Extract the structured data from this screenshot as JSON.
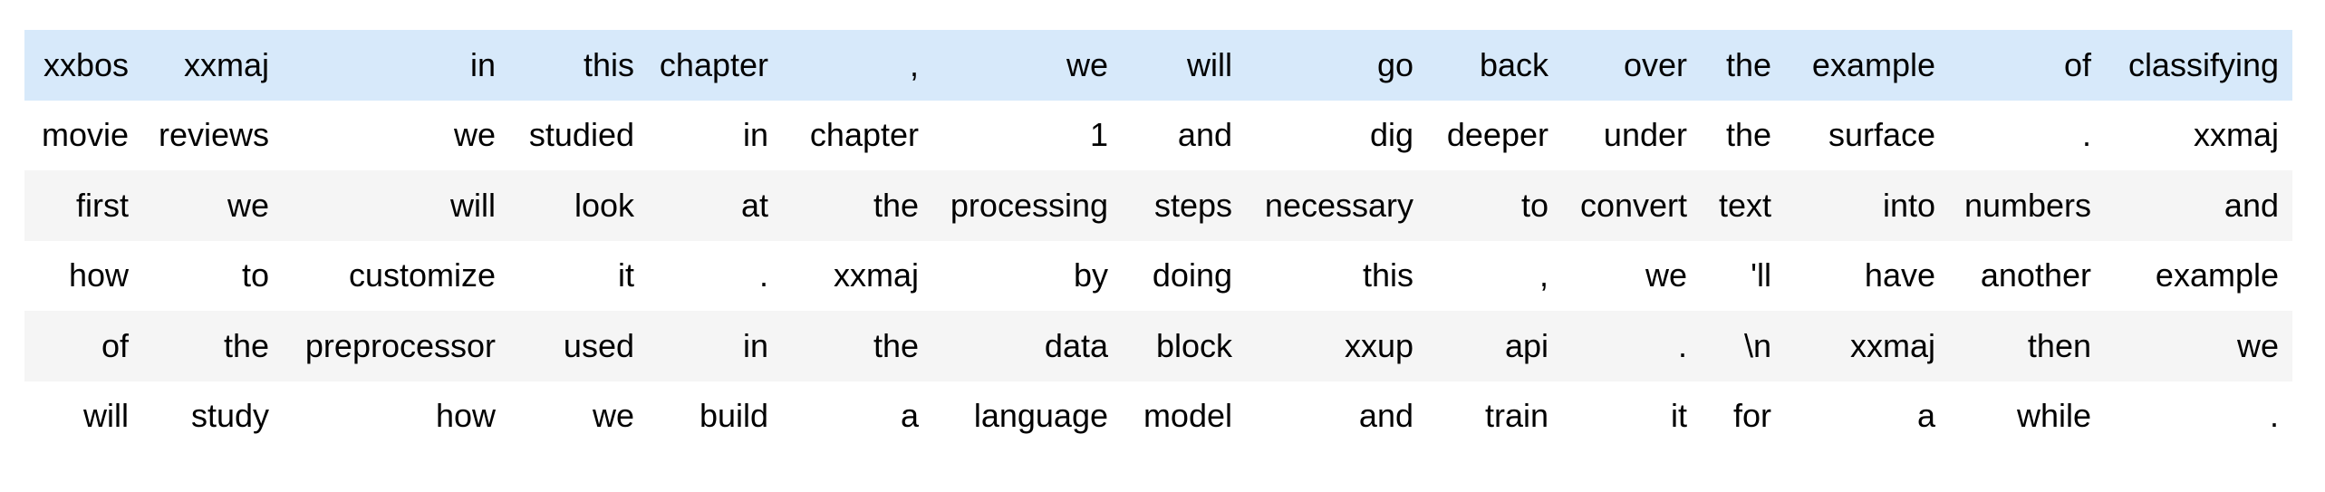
{
  "colors": {
    "page_bg": "#ffffff",
    "text": "#000000",
    "highlight_row_bg": "#d7e9fa",
    "stripe_row_bg": "#f5f5f5",
    "plain_row_bg": "#ffffff"
  },
  "table": {
    "rows": [
      {
        "variant": "highlight",
        "cells": [
          "xxbos",
          "xxmaj",
          "in",
          "this",
          "chapter",
          ",",
          "we",
          "will",
          "go",
          "back",
          "over",
          "the",
          "example",
          "of",
          "classifying"
        ]
      },
      {
        "variant": "plain",
        "cells": [
          "movie",
          "reviews",
          "we",
          "studied",
          "in",
          "chapter",
          "1",
          "and",
          "dig",
          "deeper",
          "under",
          "the",
          "surface",
          ".",
          "xxmaj"
        ]
      },
      {
        "variant": "stripe",
        "cells": [
          "first",
          "we",
          "will",
          "look",
          "at",
          "the",
          "processing",
          "steps",
          "necessary",
          "to",
          "convert",
          "text",
          "into",
          "numbers",
          "and"
        ]
      },
      {
        "variant": "plain",
        "cells": [
          "how",
          "to",
          "customize",
          "it",
          ".",
          "xxmaj",
          "by",
          "doing",
          "this",
          ",",
          "we",
          "'ll",
          "have",
          "another",
          "example"
        ]
      },
      {
        "variant": "stripe",
        "cells": [
          "of",
          "the",
          "preprocessor",
          "used",
          "in",
          "the",
          "data",
          "block",
          "xxup",
          "api",
          ".",
          "\\n",
          "xxmaj",
          "then",
          "we"
        ]
      },
      {
        "variant": "plain",
        "cells": [
          "will",
          "study",
          "how",
          "we",
          "build",
          "a",
          "language",
          "model",
          "and",
          "train",
          "it",
          "for",
          "a",
          "while",
          "."
        ]
      }
    ]
  }
}
